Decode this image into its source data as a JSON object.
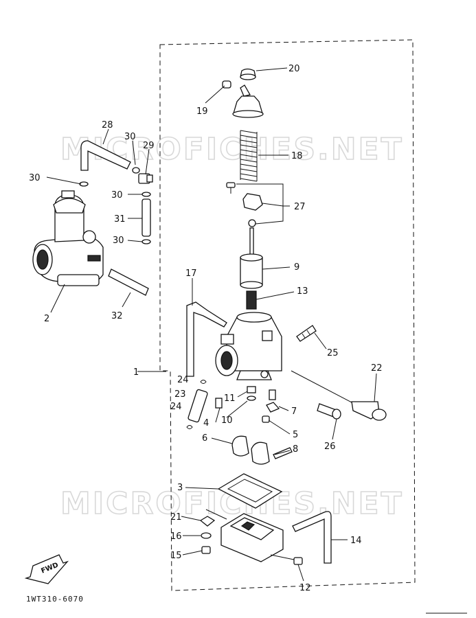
{
  "watermark": "MICROFICHES.NET",
  "drawing_code": "1WT310-6070",
  "direction_label": "FWD",
  "callouts": [
    "1",
    "2",
    "3",
    "4",
    "5",
    "6",
    "7",
    "8",
    "9",
    "10",
    "11",
    "12",
    "13",
    "14",
    "15",
    "16",
    "17",
    "18",
    "19",
    "20",
    "21",
    "22",
    "23",
    "24",
    "25",
    "26",
    "27",
    "28",
    "29",
    "30",
    "31",
    "32"
  ]
}
